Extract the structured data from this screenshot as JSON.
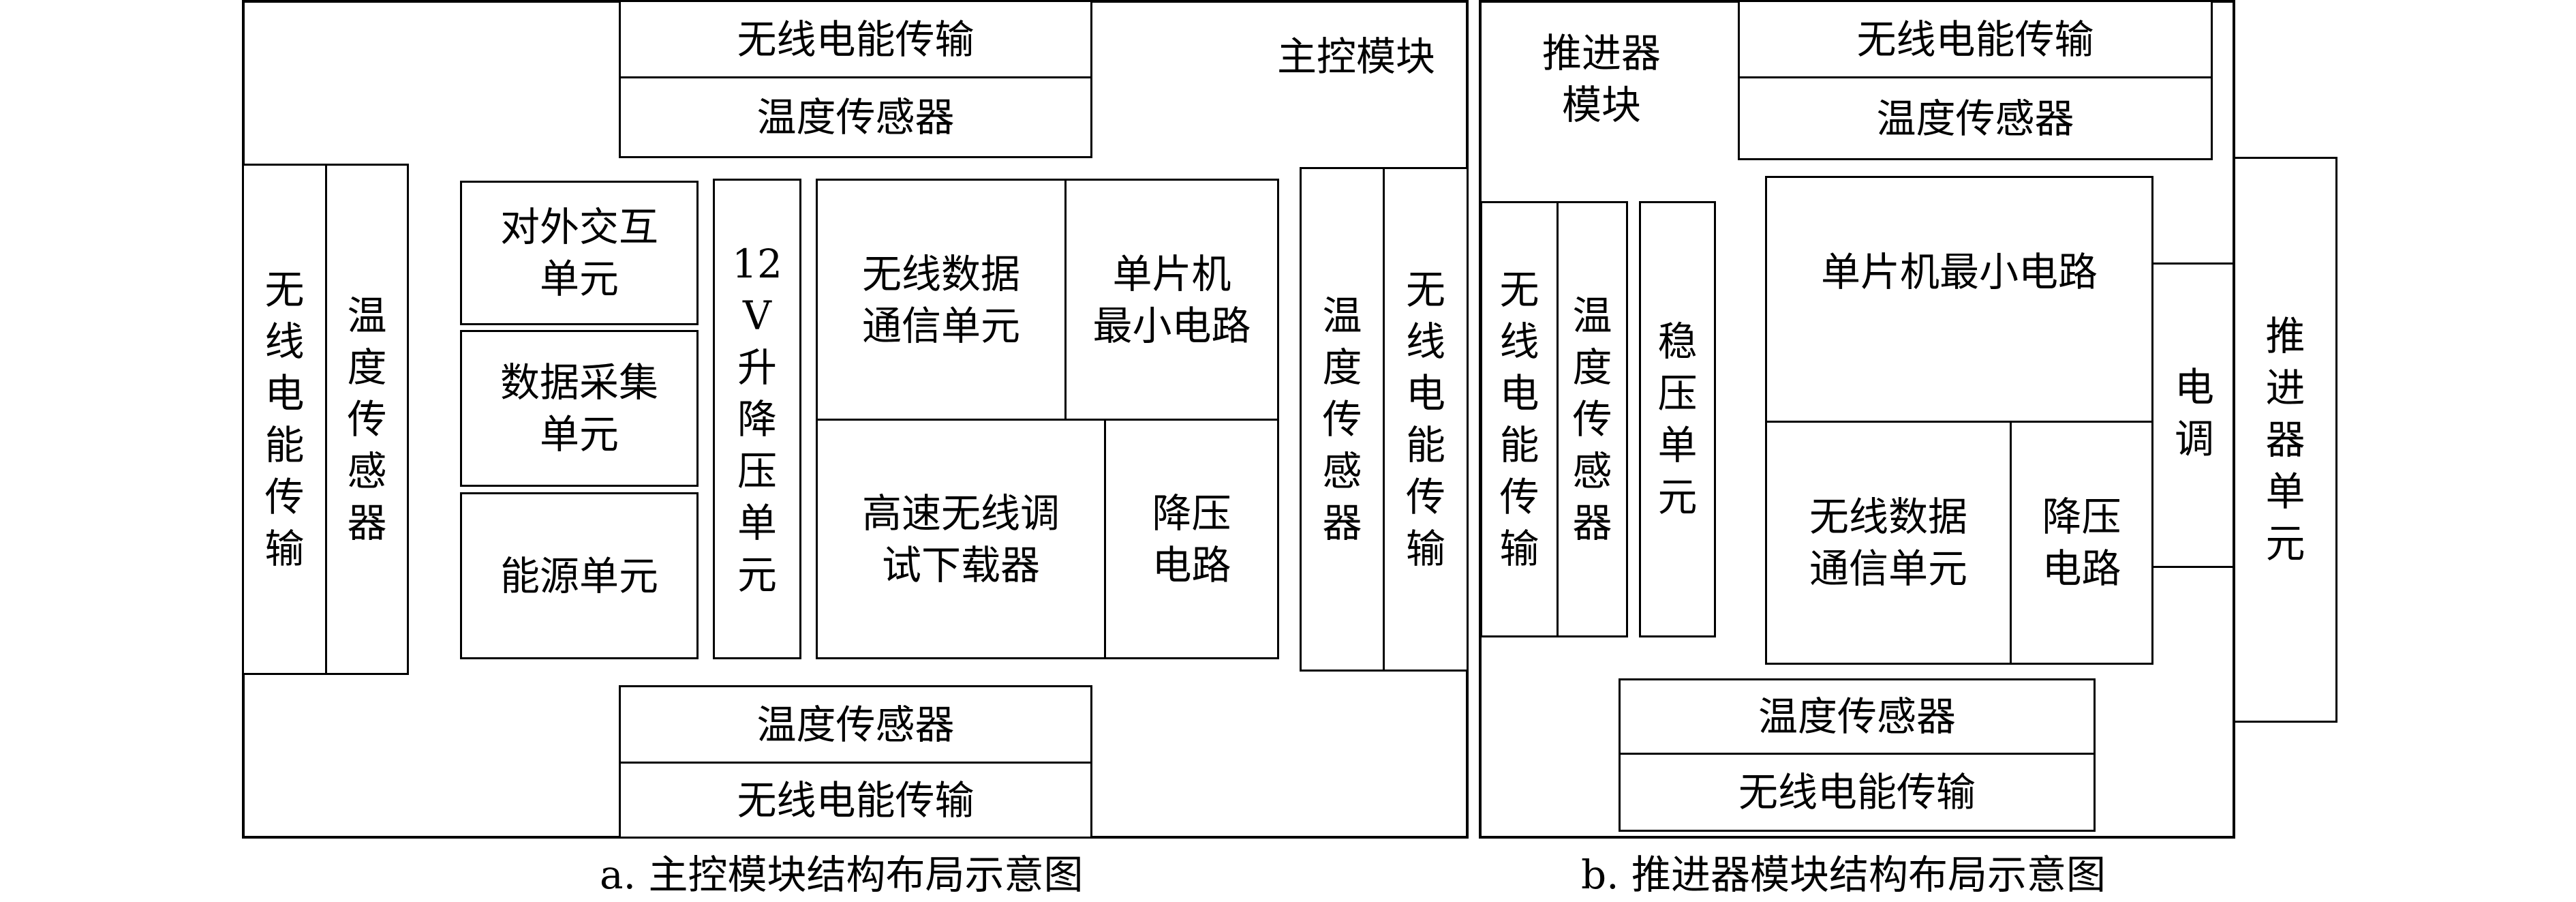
{
  "main_module": {
    "title": "主控模块",
    "wpt_top": "无线电能传输",
    "temp_top": "温度传感器",
    "wpt_left": "无\n线\n电\n能\n传\n输",
    "temp_left": "温\n度\n传\n感\n器",
    "interaction_unit": "对外交互\n单元",
    "acquisition_unit": "数据采集\n单元",
    "power_unit": "能源单元",
    "boost_buck_unit": "12\nV\n升\n降\n压\n单\n元",
    "wireless_comm_unit": "无线数据\n通信单元",
    "mcu_min_circuit": "单片机\n最小电路",
    "hs_debugger": "高速无线调\n试下载器",
    "buck_circuit": "降压\n电路",
    "temp_right": "温\n度\n传\n感\n器",
    "wpt_right": "无\n线\n电\n能\n传\n输",
    "temp_bottom": "温度传感器",
    "wpt_bottom": "无线电能传输",
    "caption": "a. 主控模块结构布局示意图"
  },
  "thruster_module": {
    "title": "推进器\n模块",
    "wpt_top": "无线电能传输",
    "temp_top": "温度传感器",
    "wpt_left": "无\n线\n电\n能\n传\n输",
    "temp_left": "温\n度\n传\n感\n器",
    "regulator_unit": "稳\n压\n单\n元",
    "mcu_min_circuit": "单片机最小电路",
    "esc": "电\n调",
    "wireless_comm_unit": "无线数据\n通信单元",
    "buck_circuit": "降压\n电路",
    "thruster_unit": "推\n进\n器\n单\n元",
    "temp_bottom": "温度传感器",
    "wpt_bottom": "无线电能传输",
    "caption": "b. 推进器模块结构布局示意图"
  }
}
